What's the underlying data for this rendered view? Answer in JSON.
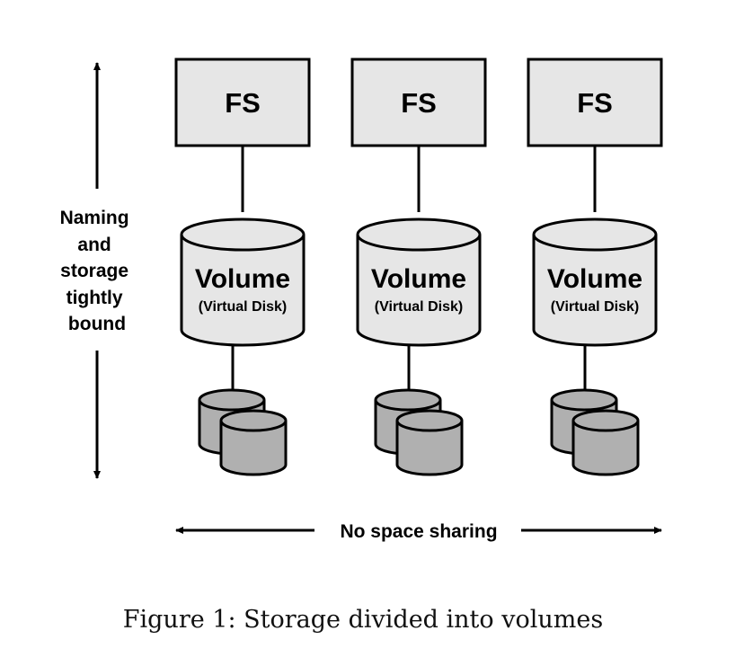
{
  "side_label": [
    "Naming",
    "and",
    "storage",
    "tightly",
    "bound"
  ],
  "bottom_label": "No space sharing",
  "columns": [
    {
      "fs_label": "FS",
      "volume_label": "Volume",
      "volume_sublabel": "(Virtual Disk)"
    },
    {
      "fs_label": "FS",
      "volume_label": "Volume",
      "volume_sublabel": "(Virtual Disk)"
    },
    {
      "fs_label": "FS",
      "volume_label": "Volume",
      "volume_sublabel": "(Virtual Disk)"
    }
  ],
  "caption": "Figure 1: Storage divided into volumes",
  "colors": {
    "box_fill": "#e6e6e6",
    "volume_fill": "#e6e6e6",
    "disk_fill": "#b0b0b0",
    "stroke": "#000000"
  }
}
